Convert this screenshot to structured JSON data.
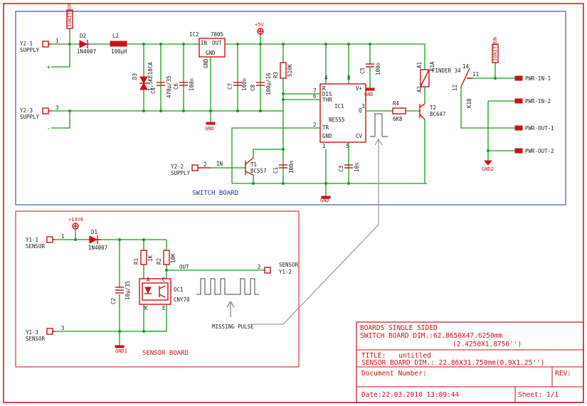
{
  "switch_board": {
    "label": "SWITCH BOARD",
    "connectors": {
      "y2_1": {
        "name": "Y2-1",
        "sub": "SUPPLY",
        "pin": "1",
        "sign": "+"
      },
      "y2_3": {
        "name": "Y2-3",
        "sub": "SUPPLY",
        "pin": "3",
        "sign": "-"
      },
      "y2_2": {
        "name": "Y2-2",
        "sub": "SUPPLY",
        "pin": "2",
        "net": "IN"
      }
    },
    "ignition_flags": [
      "IGNITION",
      "IGNITION"
    ],
    "plus5v": "+5V",
    "components": {
      "d2": {
        "ref": "D2",
        "value": "1N4007"
      },
      "l2": {
        "ref": "L2",
        "value": "100µH"
      },
      "d3": {
        "ref": "D3",
        "value": "1,5KE18CA"
      },
      "c4": {
        "ref": "C4",
        "value": "470µ/35"
      },
      "c6": {
        "ref": "C6",
        "value": "100n"
      },
      "ic2": {
        "ref": "IC2",
        "value": "7805",
        "pin_in": "IN",
        "pin_out": "OUT",
        "pin_gnd": "GND"
      },
      "c7": {
        "ref": "C7",
        "value": "100n"
      },
      "c8": {
        "ref": "C8",
        "value": "100µ/16"
      },
      "r3": {
        "ref": "R3",
        "value": "510K"
      },
      "c5": {
        "ref": "C5",
        "value": "100n"
      },
      "ic1": {
        "ref": "IC1",
        "value": "NE555",
        "pins": {
          "r": "R",
          "v": "V+",
          "dis": "DIS",
          "thr": "THR",
          "q": "Q",
          "tr": "TR",
          "gnd": "GND",
          "cv": "CV"
        },
        "pin_numbers": {
          "p4": "4",
          "p8": "8",
          "p7": "7",
          "p6": "6",
          "p3": "3",
          "p2": "2",
          "p1": "1",
          "p5": "5"
        }
      },
      "r4": {
        "ref": "R4",
        "value": "6K8"
      },
      "t2": {
        "ref": "T2",
        "value": "BC647"
      },
      "k1a": {
        "ref": "K1A",
        "value": "FINDER 34",
        "pin_a1": "A1",
        "pin_a2": "A2"
      },
      "k1b": {
        "ref": "K1B",
        "pin_11": "11",
        "pin_12": "12",
        "pin_14": "14"
      },
      "t1": {
        "ref": "T1",
        "value": "BC557"
      },
      "c1": {
        "ref": "C1",
        "value": "100n"
      },
      "c3": {
        "ref": "C3",
        "value": "10n"
      }
    },
    "gnd_labels": [
      "GND",
      "GND",
      "GND",
      "GND2"
    ],
    "outputs": [
      "PWR-IN-1",
      "PWR-IN-2",
      "PWR-OUT-1",
      "PWR-OUT-2"
    ]
  },
  "sensor_board": {
    "label": "SENSOR BOARD",
    "plus13v": "+13V8",
    "connectors": {
      "y1_1": {
        "name": "Y1-1",
        "sub": "SENSOR",
        "pin": "1"
      },
      "y1_3": {
        "name": "Y1-3",
        "sub": "SENSOR",
        "pin": "3"
      },
      "y1_2": {
        "name": "SENSOR",
        "sub": "Y1-2",
        "pin": "2"
      }
    },
    "components": {
      "d1": {
        "ref": "D1",
        "value": "1N4007"
      },
      "r1": {
        "ref": "R1",
        "value": "1K"
      },
      "r2": {
        "ref": "R2",
        "value": "10K"
      },
      "c2": {
        "ref": "C2",
        "value": "10µ/35"
      },
      "oc1": {
        "ref": "OC1",
        "value": "CNY70",
        "pins": {
          "a": "A",
          "k": "K",
          "c": "C",
          "e": "E"
        }
      }
    },
    "out_label": "OUT",
    "gnd_label": "GND1",
    "missing_pulse": "MISSING PULSE"
  },
  "title_block": {
    "line1": "BOARDS SINGLE SIDED",
    "line2": "SWITCH BOARD DIM.:62.8650X47.6250mm",
    "line3": "(2.4250X1.8750'')",
    "title_label": "TITLE:",
    "title_value": "untitled",
    "sensor_dim": "SENSOR BOARD DIM.: 22.86X31.750mm(0.9X1.25'')",
    "doc_number": "Document Number:",
    "rev": "REV:",
    "date": "Date:22.03.2010 13:09:44",
    "sheet": "Sheet: 1/1"
  },
  "colors": {
    "wire": "#1a9a1a",
    "part": "#cc1111",
    "text": "#202020",
    "frame": "#cc1111",
    "board": "#1a3aa0"
  }
}
